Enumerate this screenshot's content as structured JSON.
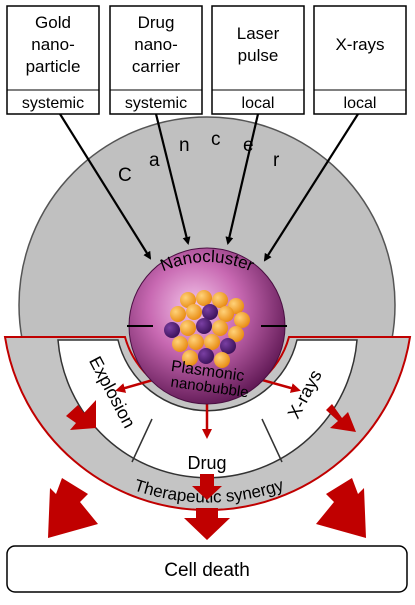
{
  "inputs": [
    {
      "label_lines": [
        "Gold",
        "nano-",
        "particle"
      ],
      "mode": "systemic"
    },
    {
      "label_lines": [
        "Drug",
        "nano-",
        "carrier"
      ],
      "mode": "systemic"
    },
    {
      "label_lines": [
        "Laser",
        "pulse"
      ],
      "mode": "local"
    },
    {
      "label_lines": [
        "X-rays"
      ],
      "mode": "local"
    }
  ],
  "cancer_label": "Cancer",
  "nanocluster_label": "Nanocluster",
  "bubble_label_lines": [
    "Plasmonic",
    "nanobubble"
  ],
  "mechanisms": {
    "explosion": "Explosion",
    "drug": "Drug",
    "xrays": "X-rays"
  },
  "synergy_label": "Therapeutic synergy",
  "outcome_label": "Cell death",
  "colors": {
    "cancer_fill": "#c0c0c0",
    "arrow_red": "#c00000",
    "particle_orange": "#f5a11c",
    "particle_purple": "#4b1d6e",
    "sphere_core": "#d87cc4",
    "sphere_edge": "#5e1753"
  }
}
